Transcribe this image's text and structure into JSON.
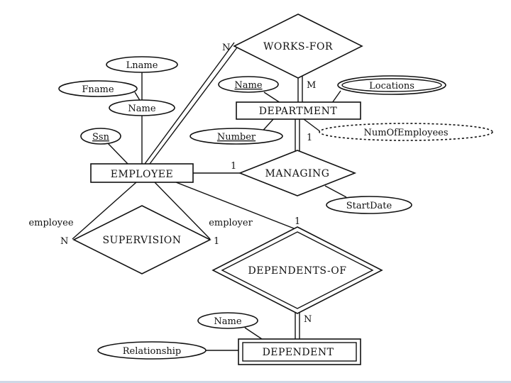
{
  "entities": {
    "employee": "EMPLOYEE",
    "department": "DEPARTMENT",
    "dependent": "DEPENDENT"
  },
  "relationships": {
    "works_for": "WORKS-FOR",
    "managing": "MANAGING",
    "supervision": "SUPERVISION",
    "dependents_of": "DEPENDENTS-OF"
  },
  "attributes": {
    "lname": "Lname",
    "fname": "Fname",
    "emp_name": "Name",
    "ssn": "Ssn",
    "dept_name": "Name",
    "locations": "Locations",
    "number": "Number",
    "num_of_employees": "NumOfEmployees",
    "start_date": "StartDate",
    "dep_name": "Name",
    "relationship": "Relationship"
  },
  "roles": {
    "employee": "employee",
    "employer": "employer"
  },
  "cardinalities": {
    "works_for_employee": "N",
    "works_for_department": "M",
    "managing_department": "1",
    "managing_employee": "1",
    "supervision_employee": "N",
    "supervision_employer": "1",
    "dependents_of_employee": "1",
    "dependents_of_dependent": "N"
  }
}
